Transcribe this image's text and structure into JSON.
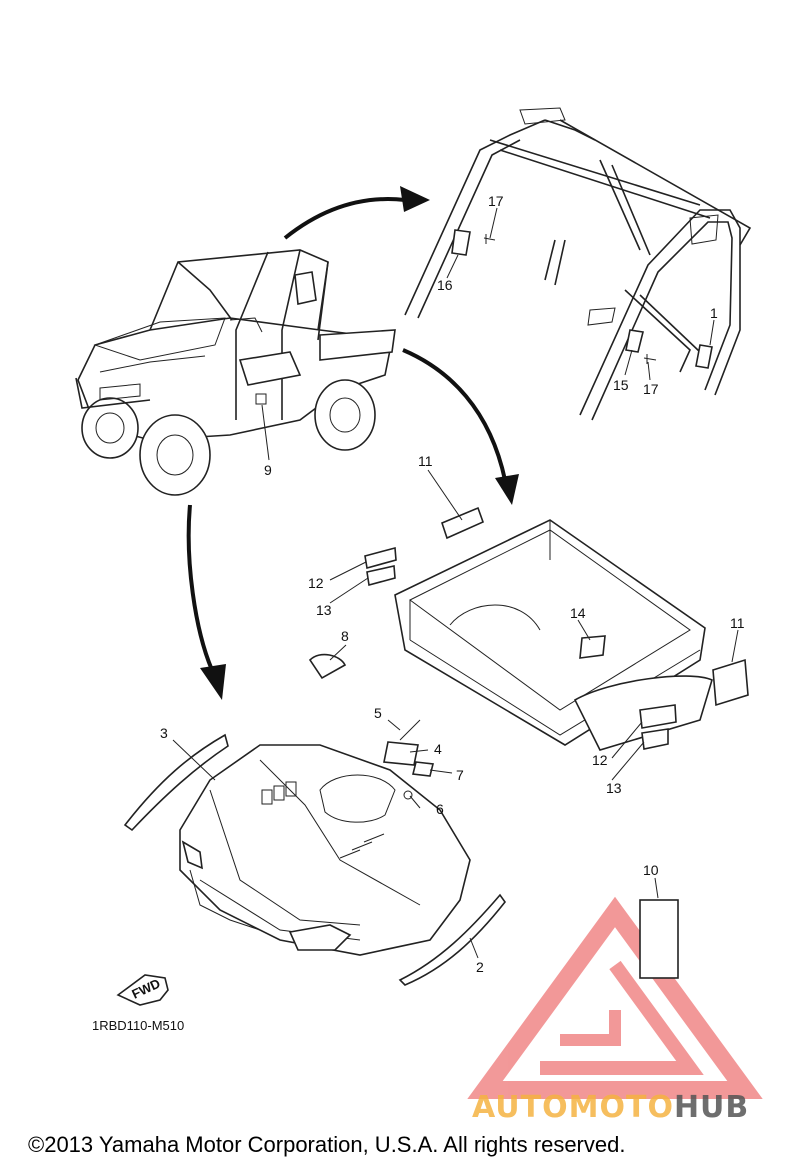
{
  "callouts": {
    "c1": "1",
    "c2": "2",
    "c3": "3",
    "c4": "4",
    "c5": "5",
    "c6": "6",
    "c7": "7",
    "c8": "8",
    "c9": "9",
    "c10": "10",
    "c11a": "11",
    "c11b": "11",
    "c12a": "12",
    "c12b": "12",
    "c13a": "13",
    "c13b": "13",
    "c14": "14",
    "c15": "15",
    "c16": "16",
    "c17a": "17",
    "c17b": "17"
  },
  "fwd_label": "FWD",
  "diagram_code": "1RBD110-M510",
  "copyright": "©2013 Yamaha Motor Corporation, U.S.A. All rights reserved.",
  "watermark": {
    "part1": "AUTOMOTO",
    "part2": "HUB",
    "color1": "#f5b342",
    "color2": "#555555",
    "triangle_color": "#e84545"
  }
}
